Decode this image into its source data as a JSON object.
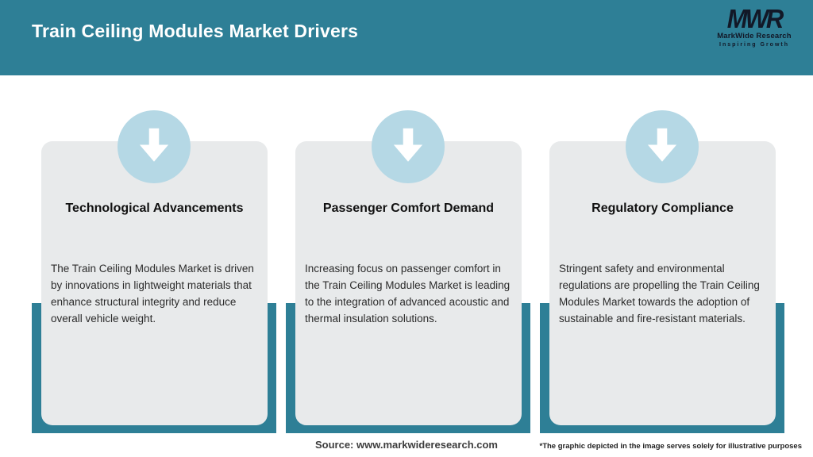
{
  "header": {
    "title": "Train Ceiling Modules Market Drivers"
  },
  "logo": {
    "abbr": "MWR",
    "name": "MarkWide Research",
    "tagline": "Inspiring Growth"
  },
  "cards": [
    {
      "icon": "arrow-down-icon",
      "title": "Technological Advancements",
      "body": "The Train Ceiling Modules Market is driven by innovations in lightweight materials that enhance structural integrity and reduce overall vehicle weight."
    },
    {
      "icon": "arrow-down-icon",
      "title": "Passenger Comfort Demand",
      "body": "Increasing focus on passenger comfort in the Train Ceiling Modules Market is leading to the integration of advanced acoustic and thermal insulation solutions."
    },
    {
      "icon": "arrow-down-icon",
      "title": "Regulatory Compliance",
      "body": "Stringent safety and environmental regulations are propelling the Train Ceiling Modules Market towards the adoption of sustainable and fire-resistant materials."
    }
  ],
  "footer": {
    "source": "Source: www.markwideresearch.com",
    "disclaimer": "*The graphic depicted in the image serves solely for illustrative purposes"
  },
  "colors": {
    "header_teal": "#2e7f96",
    "backing_teal": "#2e7f96",
    "circle_blue": "#b5d8e5",
    "card_gray": "#e8eaeb",
    "logo_dark": "#121827",
    "title_text": "#111111",
    "body_text": "#2b2b2b",
    "header_text": "#ffffff"
  }
}
